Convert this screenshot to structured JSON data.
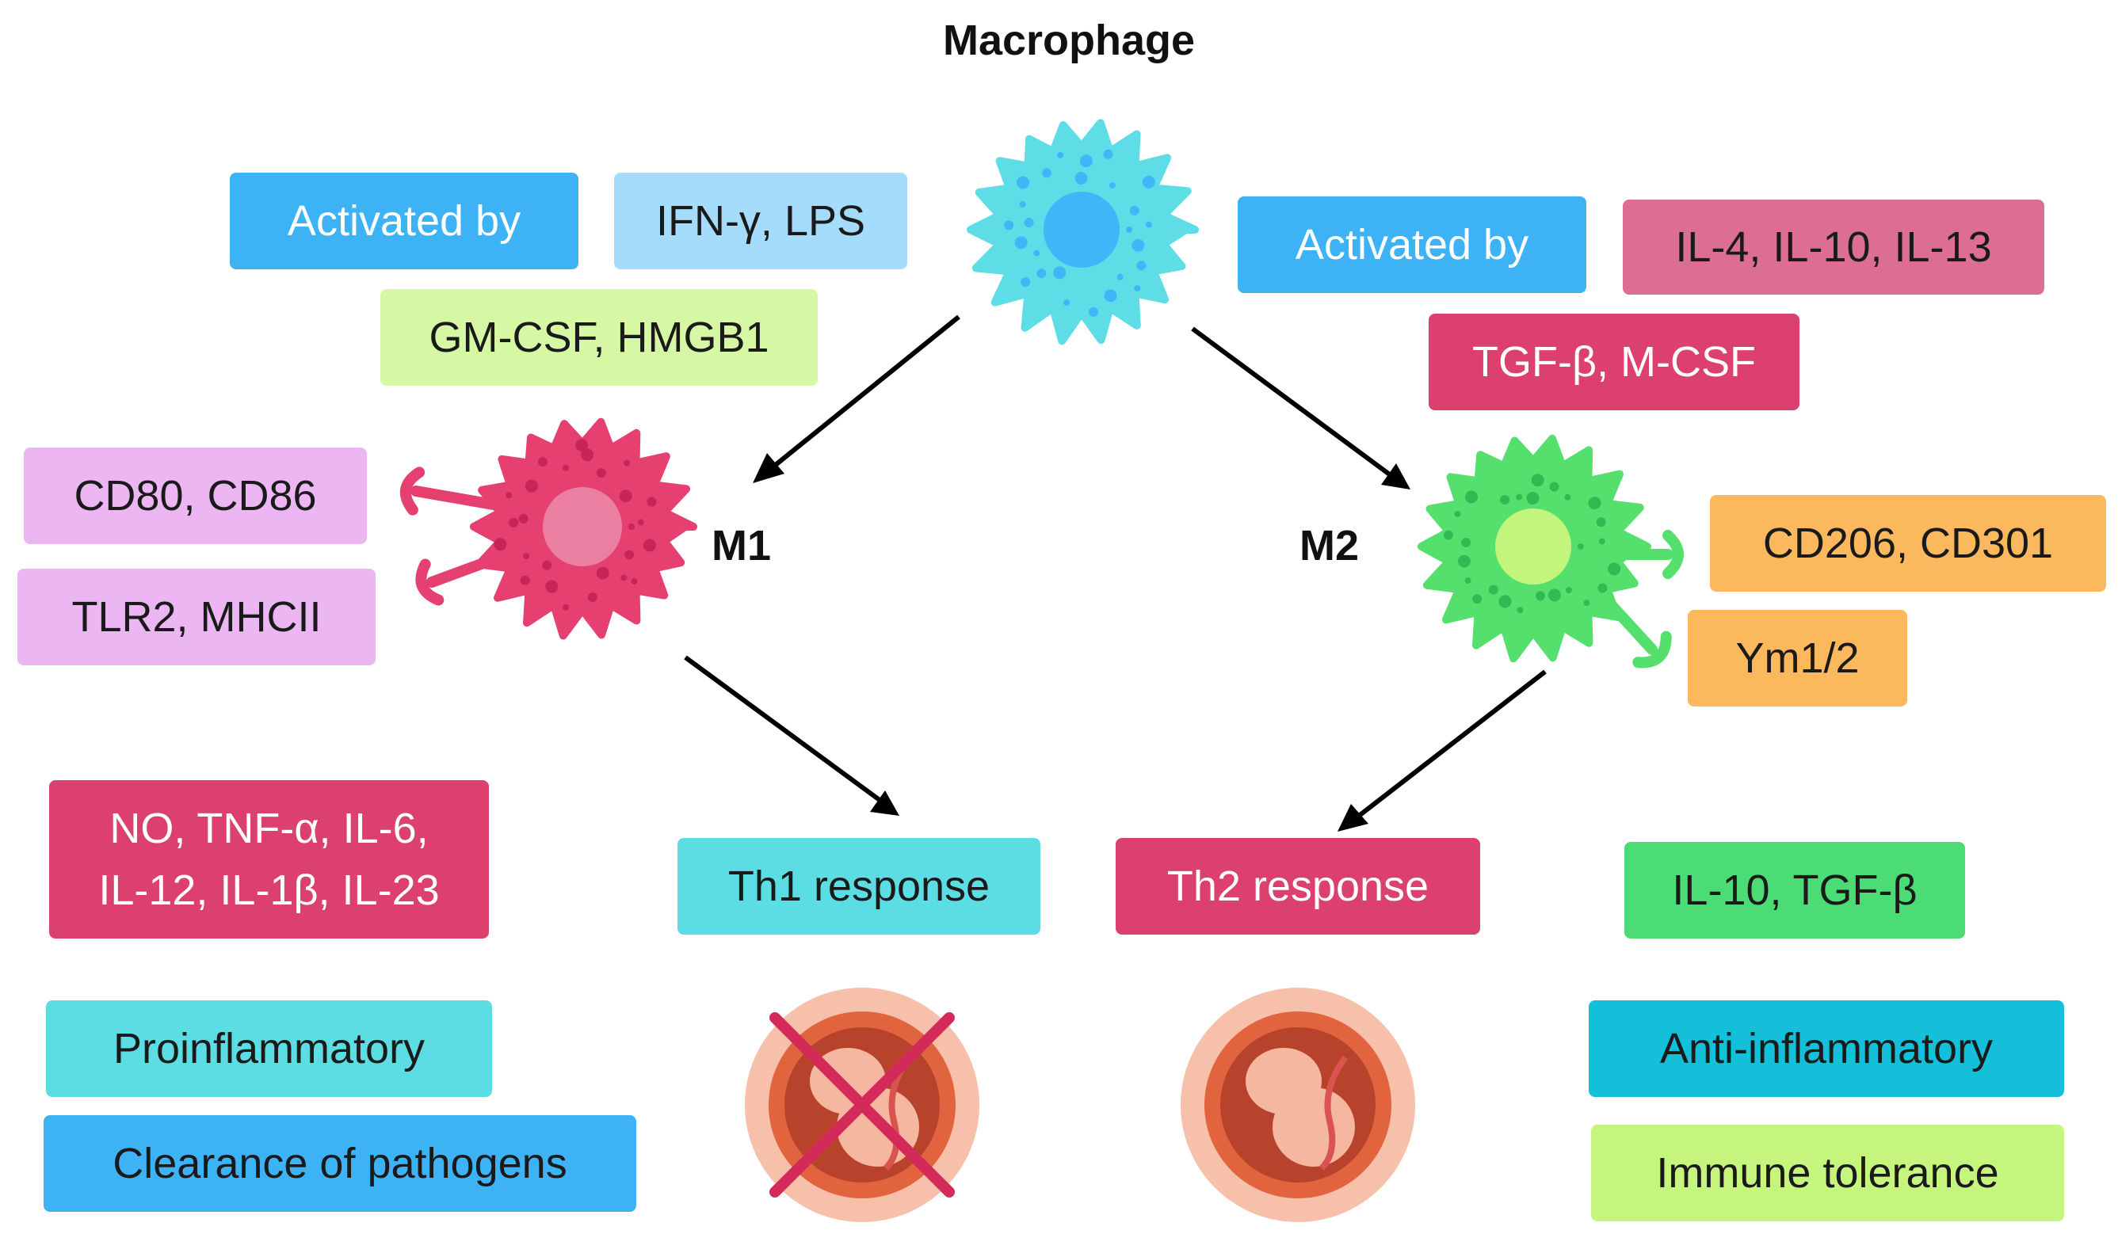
{
  "title": "Macrophage",
  "m1": {
    "label": "M1",
    "activated_by": "Activated by",
    "activators": "IFN-γ, LPS",
    "activators2": "GM-CSF, HMGB1",
    "markers": [
      "CD80, CD86",
      "TLR2, MHCII"
    ],
    "cytokines_line1": "NO, TNF-α, IL-6,",
    "cytokines_line2": "IL-12, IL-1β, IL-23",
    "response": "Th1 response",
    "effects": [
      "Proinflammatory",
      "Clearance of pathogens"
    ],
    "pregnancy_outcome": "crossed-out"
  },
  "m2": {
    "label": "M2",
    "activated_by": "Activated by",
    "activators": "IL-4, IL-10, IL-13",
    "activators2": "TGF-β, M-CSF",
    "markers": [
      "CD206, CD301",
      "Ym1/2"
    ],
    "cytokines": "IL-10, TGF-β",
    "response": "Th2 response",
    "effects": [
      "Anti-inflammatory",
      "Immune tolerance"
    ],
    "pregnancy_outcome": "normal"
  },
  "colors": {
    "macrophage": "#5fdde6",
    "m1_cell": "#e5406f",
    "m2_cell": "#55e06d",
    "blue": "#3db3f6",
    "light_blue": "#a6dcfb",
    "pink": "#dc6e95",
    "magenta": "#db406f",
    "lime": "#d6f7a4",
    "lavender": "#ecb6f3",
    "orange": "#fbb85c",
    "cyan": "#5cdde4",
    "green": "#4cdc76",
    "teal": "#13bfd9",
    "lime2": "#c6f57e"
  }
}
